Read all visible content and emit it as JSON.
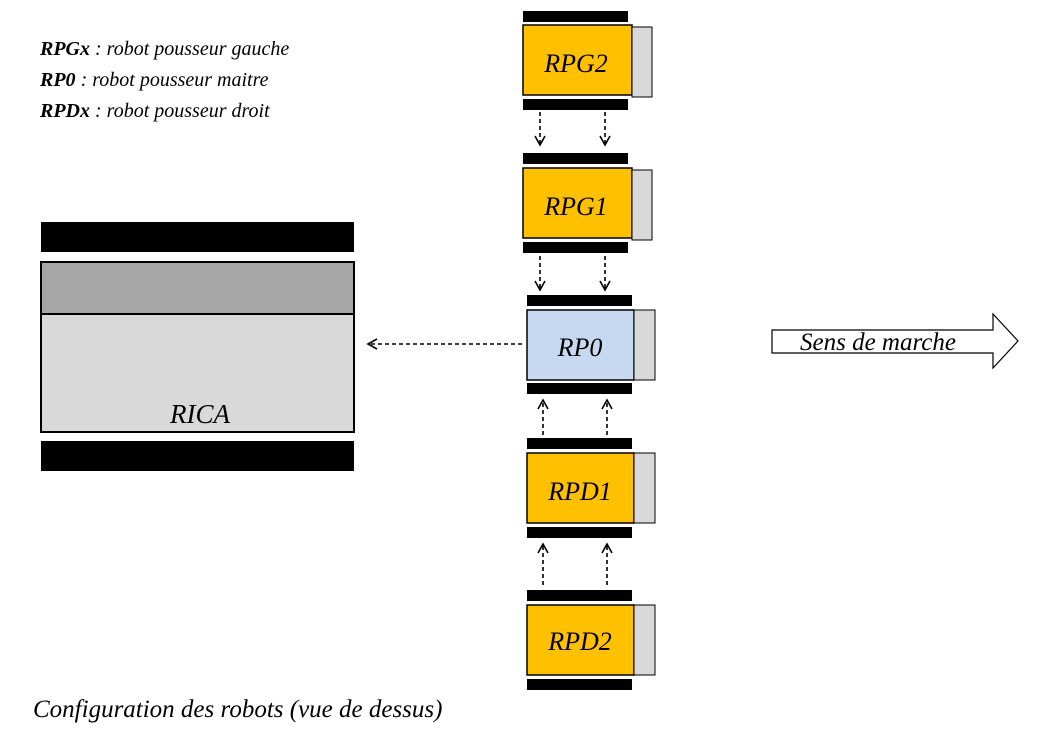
{
  "legend": [
    {
      "abbr": "RPGx",
      "desc": " : robot pousseur gauche"
    },
    {
      "abbr": "RP0",
      "desc": " : robot pousseur maitre"
    },
    {
      "abbr": "RPDx",
      "desc": " : robot pousseur droit"
    }
  ],
  "robots": [
    {
      "id": "rpg2",
      "label": "RPG2",
      "role": "follower"
    },
    {
      "id": "rpg1",
      "label": "RPG1",
      "role": "follower"
    },
    {
      "id": "rp0",
      "label": "RP0",
      "role": "master"
    },
    {
      "id": "rpd1",
      "label": "RPD1",
      "role": "follower"
    },
    {
      "id": "rpd2",
      "label": "RPD2",
      "role": "follower"
    }
  ],
  "rica": {
    "label": "RICA"
  },
  "direction": {
    "label": "Sens de marche"
  },
  "caption": "Configuration des robots (vue de dessus)",
  "colors": {
    "follower": "#ffc000",
    "master": "#c6d9f0",
    "tread": "#000000",
    "side_panel": "#d9d9d9",
    "rica_top": "#a6a6a6",
    "rica_body": "#d9d9d9"
  }
}
